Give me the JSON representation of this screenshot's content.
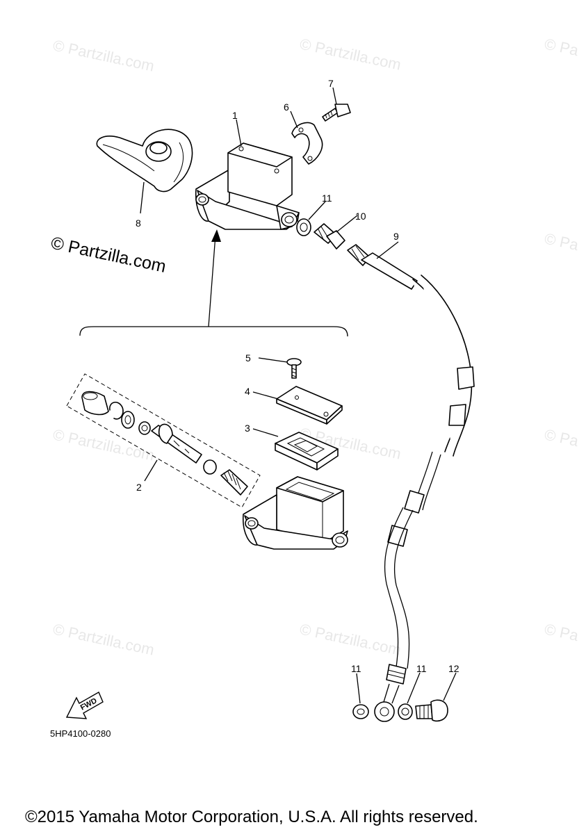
{
  "watermarks": {
    "small": "© Partzilla.com",
    "small_tail": "© Pa",
    "main": "© Partzilla.com"
  },
  "callouts": {
    "c1": "1",
    "c2": "2",
    "c3": "3",
    "c4": "4",
    "c5": "5",
    "c6": "6",
    "c7": "7",
    "c8": "8",
    "c9": "9",
    "c10": "10",
    "c11a": "11",
    "c11b": "11",
    "c11c": "11",
    "c12": "12"
  },
  "fwd_label": "FWD",
  "diagram_code": "5HP4100-0280",
  "copyright": "©2015 Yamaha Motor Corporation, U.S.A. All rights reserved."
}
